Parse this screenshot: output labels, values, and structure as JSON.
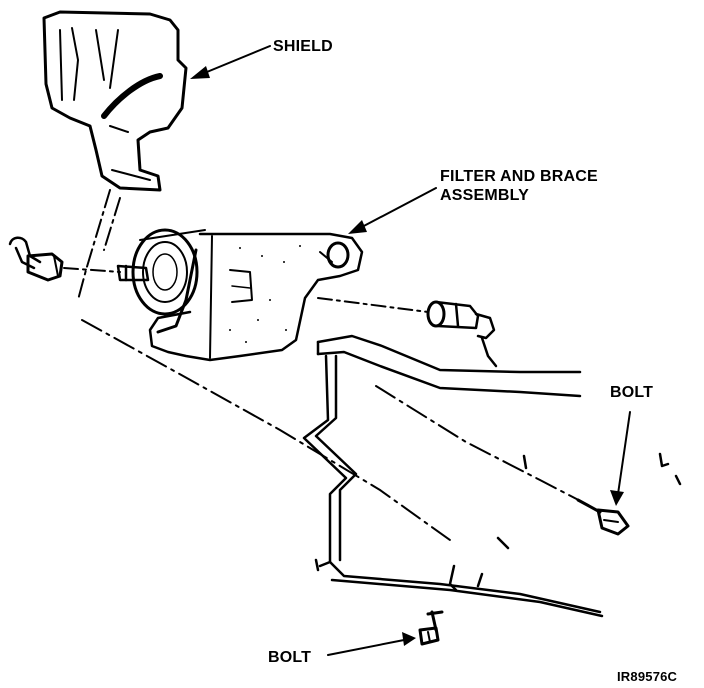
{
  "labels": {
    "shield": "SHIELD",
    "filter_line1": "FILTER AND BRACE",
    "filter_line2": "ASSEMBLY",
    "bolt_right": "BOLT",
    "bolt_bottom": "BOLT",
    "figure_code": "IR89576C"
  },
  "colors": {
    "ink": "#000000",
    "paper": "#ffffff"
  }
}
